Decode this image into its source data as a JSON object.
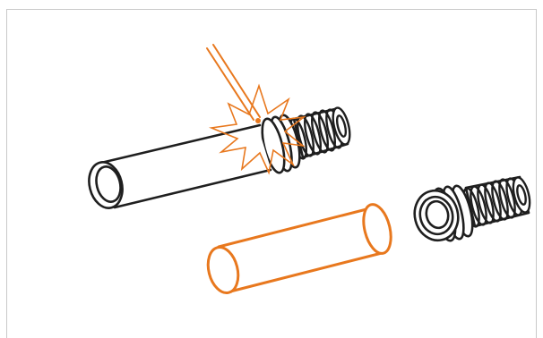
{
  "illustration": {
    "subject": "welding-tube-to-threaded-fitting",
    "colors": {
      "outline": "#1f1f1f",
      "accent": "#e8781e",
      "background": "#ffffff",
      "frame": "#c9c9c9"
    },
    "icons": {
      "welding-torch": "orange-double-line",
      "spark-burst": "orange-star-outline"
    }
  }
}
